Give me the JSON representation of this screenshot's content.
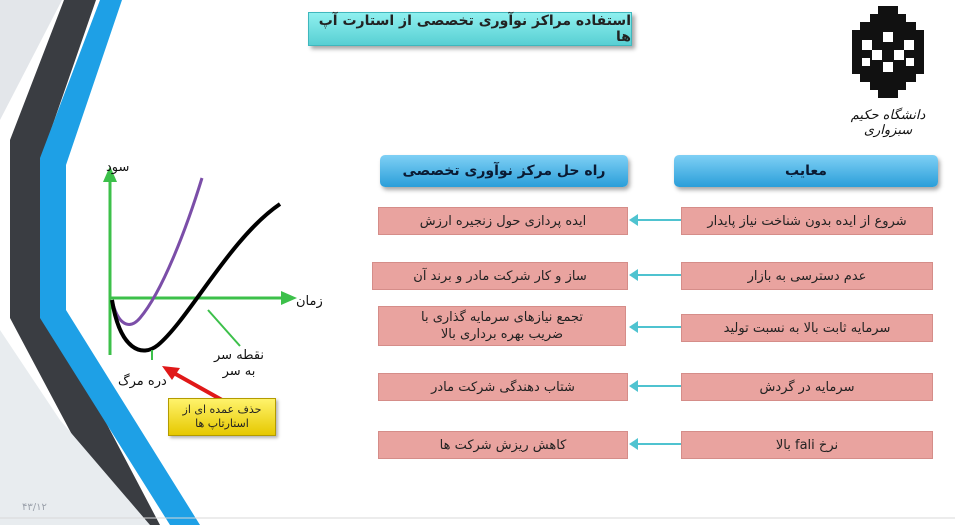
{
  "title": "استفاده مراکز نوآوری تخصصی از استارت آپ ها",
  "logo": {
    "caption": "دانشگاه حکیم سبزواری"
  },
  "columns": {
    "left_header": "راه حل مرکز نوآوری تخصصی",
    "right_header": "معایب"
  },
  "rows": [
    {
      "problem": "شروع از ایده بدون شناخت نیاز پایدار",
      "solution": "ایده پردازی حول زنجیره ارزش"
    },
    {
      "problem": "عدم دسترسی به بازار",
      "solution": "ساز و کار شرکت مادر و برند آن"
    },
    {
      "problem": "سرمایه ثابت بالا به نسبت تولید",
      "solution": "تجمع نیازهای سرمایه گذاری با ضریب بهره برداری بالا"
    },
    {
      "problem": "سرمایه در گردش",
      "solution": "شتاب دهندگی شرکت مادر"
    },
    {
      "problem": "نرخ fali بالا",
      "solution": "کاهش ریزش شرکت ها"
    }
  ],
  "graph": {
    "y_axis_label": "سود",
    "x_axis_label": "زمان",
    "valley_label": "دره مرگ",
    "breakeven_label_line1": "نقطه سر",
    "breakeven_label_line2": "به سر",
    "callout": "حذف عمده ای از استارتاپ ها"
  },
  "page_number": "۴۳/۱۲",
  "colors": {
    "title_banner": "#6fe0e3",
    "header_blue": "#2a9ed9",
    "row_pink": "#e9a39f",
    "arrow_cyan": "#4fc3d0",
    "axis_green": "#3cc04a",
    "curve_black": "#000000",
    "curve_purple": "#7b4ea8",
    "callout_yellow": "#f5de1a",
    "pointer_red": "#e01818"
  }
}
